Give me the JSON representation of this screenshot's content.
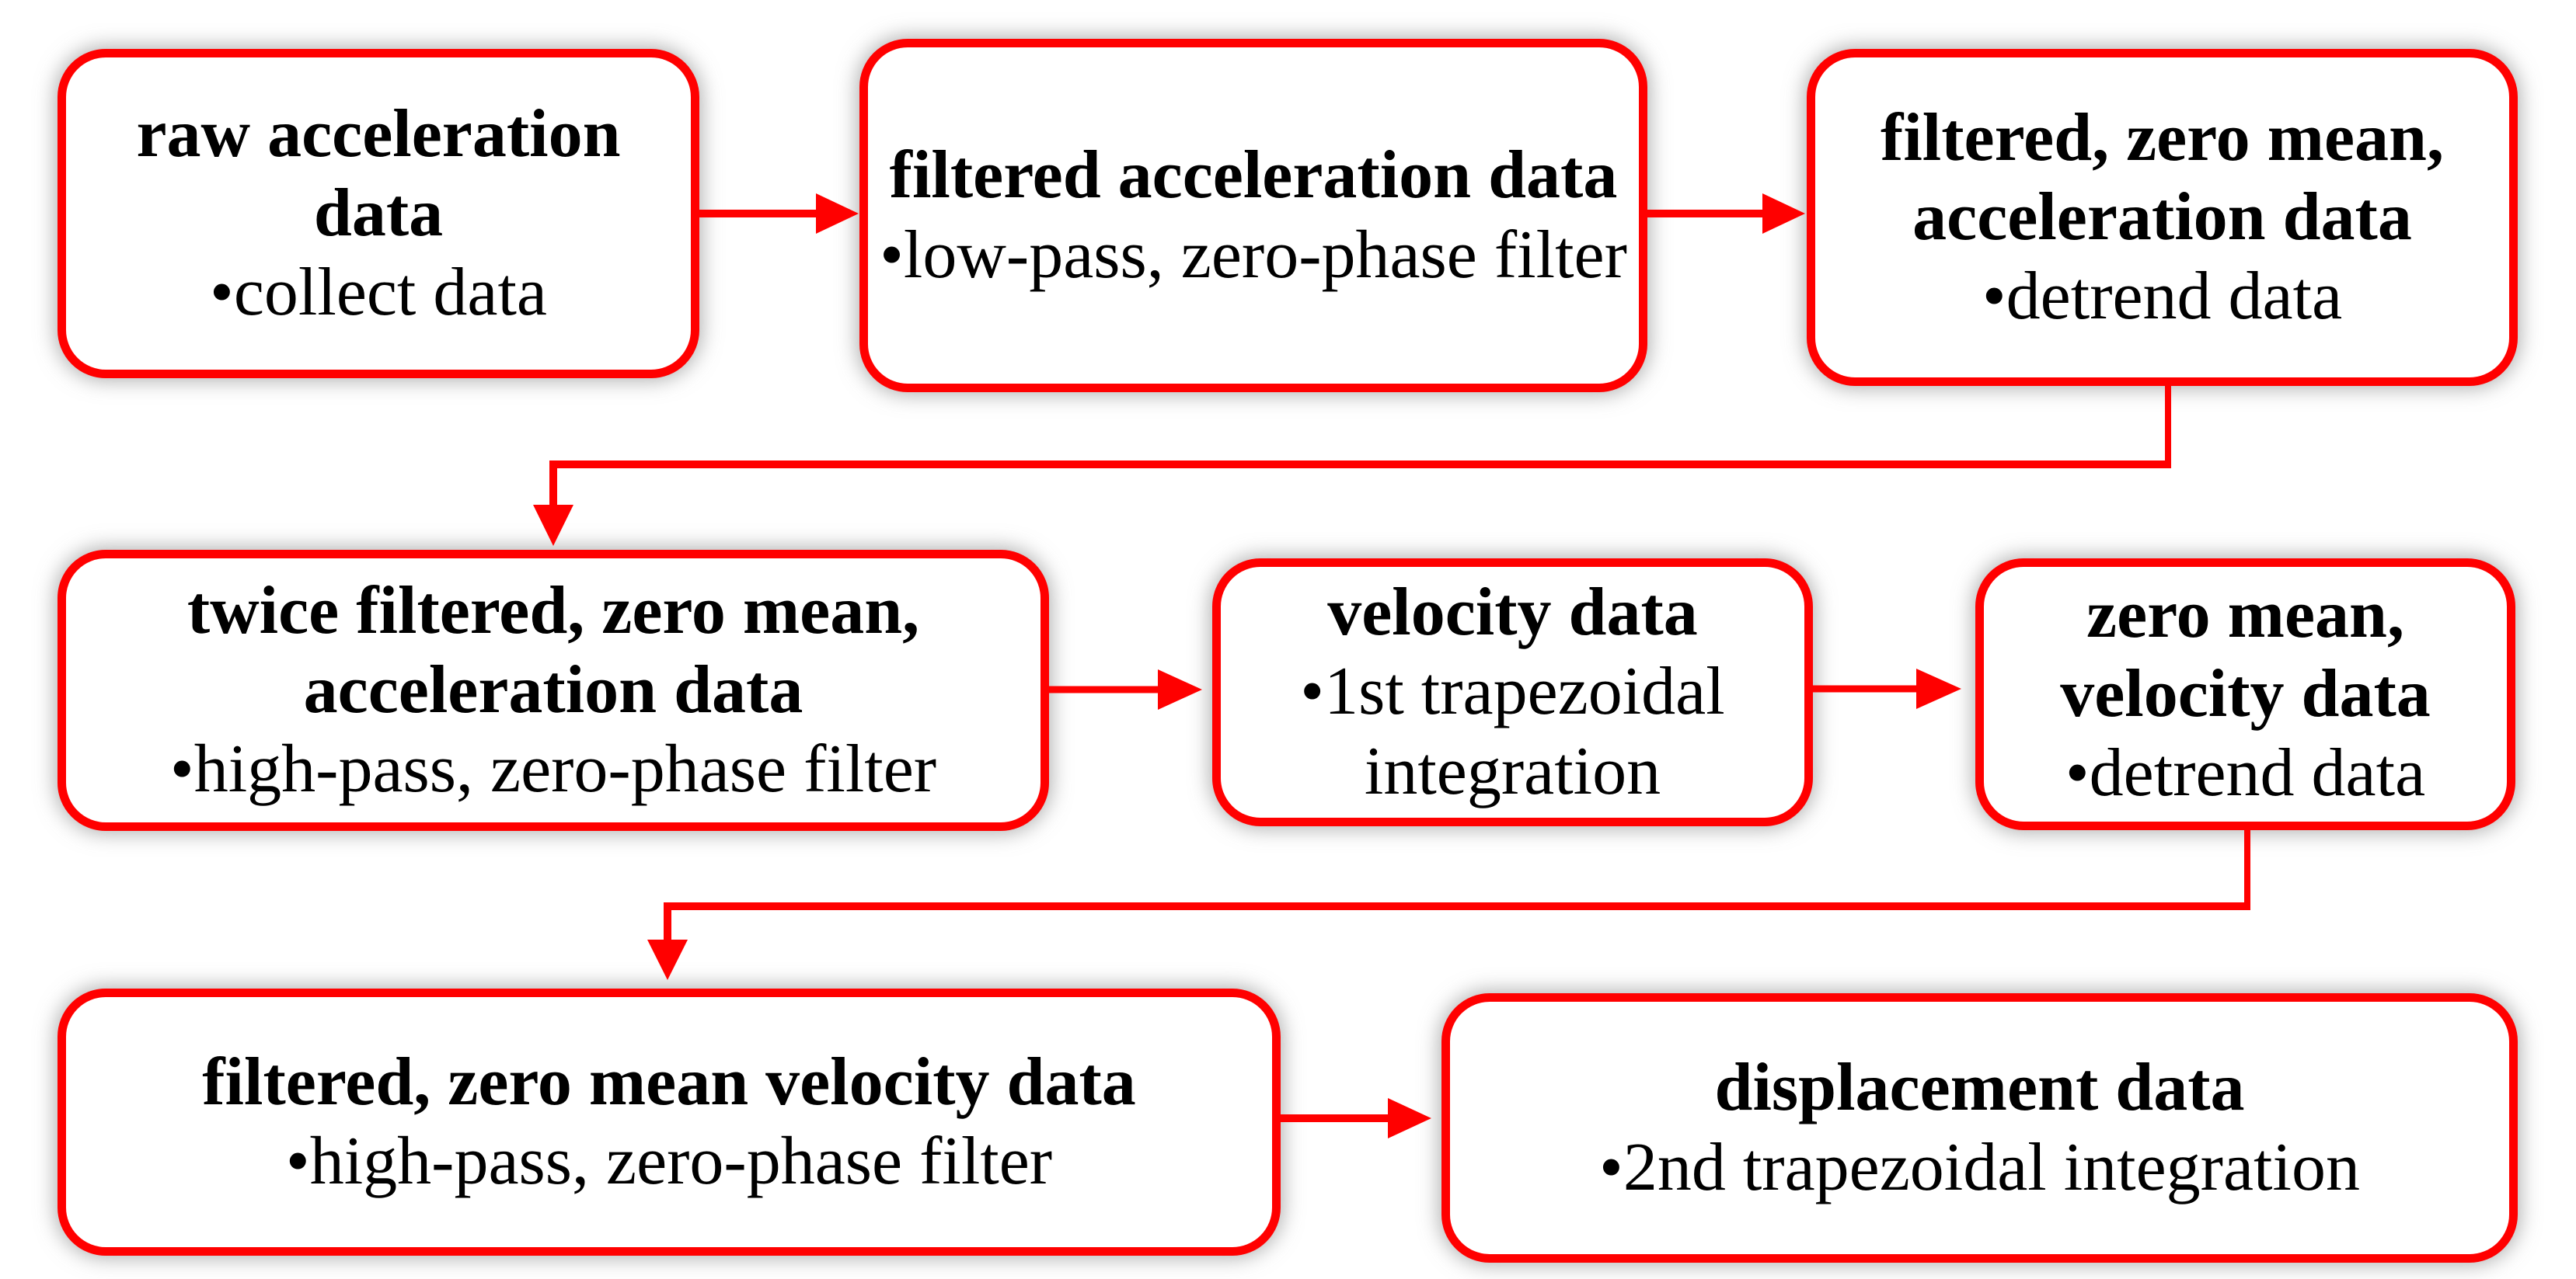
{
  "diagram": {
    "title": "acceleration-to-displacement signal processing flowchart",
    "accent_color": "#ff0000",
    "text_color": "#000000",
    "background_color": "#ffffff",
    "boxes": [
      {
        "id": "raw-acceleration-data",
        "title": "raw acceleration data",
        "bullet": "•collect data"
      },
      {
        "id": "filtered-acceleration-data",
        "title": "filtered acceleration data",
        "bullet": "•low-pass, zero-phase filter"
      },
      {
        "id": "filtered-zero-mean-acceleration-data",
        "title": "filtered, zero mean, acceleration data",
        "bullet": "•detrend data"
      },
      {
        "id": "twice-filtered-zero-mean-acceleration-data",
        "title": "twice filtered, zero mean, acceleration data",
        "bullet": "•high-pass, zero-phase filter"
      },
      {
        "id": "velocity-data",
        "title": "velocity data",
        "bullet": "•1st trapezoidal integration"
      },
      {
        "id": "zero-mean-velocity-data",
        "title": "zero mean, velocity data",
        "bullet": "•detrend data"
      },
      {
        "id": "filtered-zero-mean-velocity-data",
        "title": "filtered, zero mean velocity data",
        "bullet": "•high-pass, zero-phase filter"
      },
      {
        "id": "displacement-data",
        "title": "displacement data",
        "bullet": "•2nd trapezoidal integration"
      }
    ],
    "connectors": [
      {
        "from": "raw-acceleration-data",
        "to": "filtered-acceleration-data",
        "shape": "straight-right"
      },
      {
        "from": "filtered-acceleration-data",
        "to": "filtered-zero-mean-acceleration-data",
        "shape": "straight-right"
      },
      {
        "from": "filtered-zero-mean-acceleration-data",
        "to": "twice-filtered-zero-mean-acceleration-data",
        "shape": "elbow-down-left-down"
      },
      {
        "from": "twice-filtered-zero-mean-acceleration-data",
        "to": "velocity-data",
        "shape": "straight-right"
      },
      {
        "from": "velocity-data",
        "to": "zero-mean-velocity-data",
        "shape": "straight-right"
      },
      {
        "from": "zero-mean-velocity-data",
        "to": "filtered-zero-mean-velocity-data",
        "shape": "elbow-down-left-down"
      },
      {
        "from": "filtered-zero-mean-velocity-data",
        "to": "displacement-data",
        "shape": "straight-right"
      }
    ]
  }
}
